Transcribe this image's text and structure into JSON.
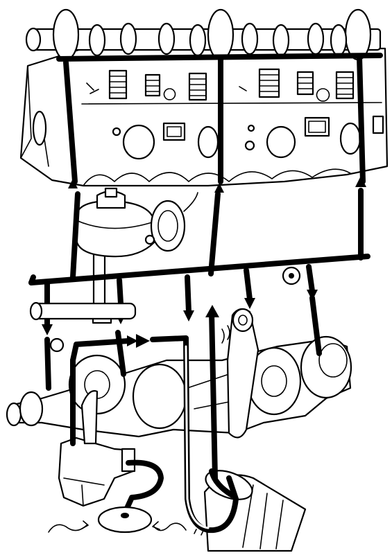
{
  "figure": {
    "type": "engine-lubrication-cutaway",
    "colors": {
      "ink": "#000000",
      "paper": "#ffffff"
    },
    "components": [
      "cylinder-head",
      "camshaft",
      "valve-springs",
      "main-oil-gallery",
      "distributor",
      "crankshaft",
      "connecting-rod",
      "oil-pump",
      "oil-pickup-strainer",
      "oil-filter"
    ],
    "flow_arrows": 11
  }
}
